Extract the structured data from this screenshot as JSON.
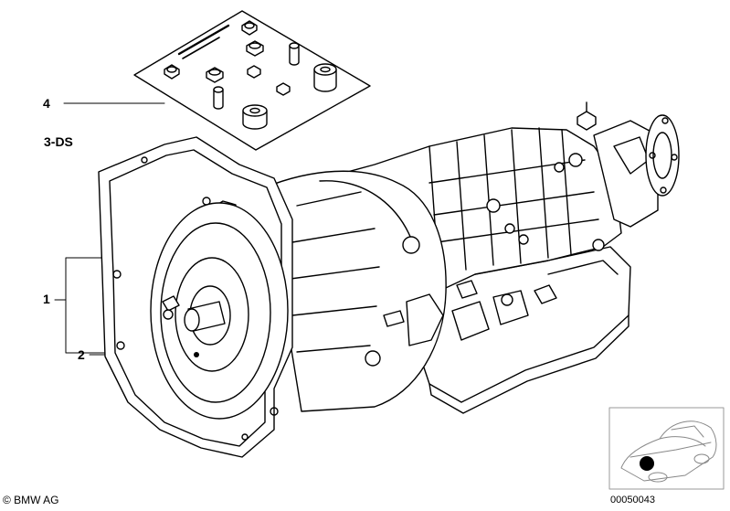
{
  "callouts": {
    "item_4": "4",
    "item_1": "1",
    "item_2": "2",
    "variant": "3-DS"
  },
  "footer": {
    "copyright": "© BMW AG",
    "image_code": "00050043"
  },
  "colors": {
    "line": "#000000",
    "background": "#ffffff",
    "thumbnail_border": "#999999",
    "thumbnail_line": "#888888"
  }
}
